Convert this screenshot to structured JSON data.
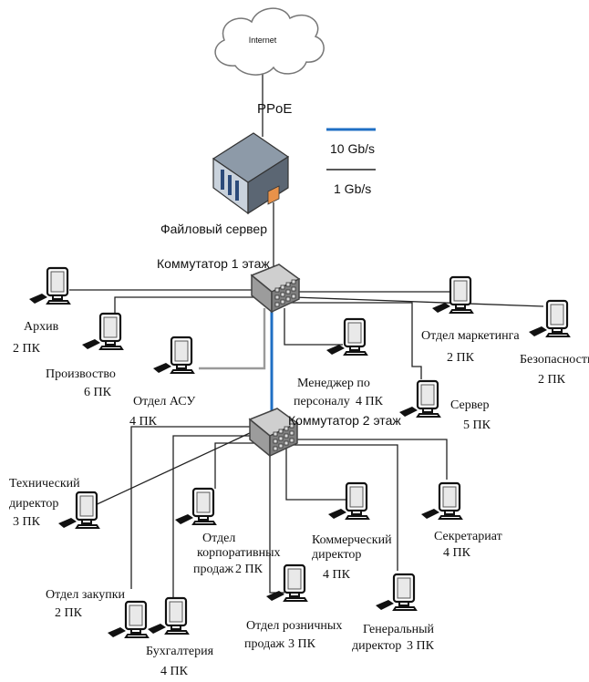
{
  "internet": {
    "label": "Internet"
  },
  "uplink": {
    "label": "PPoE"
  },
  "legend": {
    "fast": "10 Gb/s",
    "slow": "1 Gb/s",
    "fast_color": "#1f6fc4",
    "slow_color": "#222222"
  },
  "server": {
    "label": "Файловый сервер"
  },
  "switch1": {
    "label": "Коммутатор 1 этаж"
  },
  "switch2": {
    "label": "Коммутатор 2 этаж"
  },
  "depts": {
    "arkhiv": {
      "name": "Архив",
      "count": "2 ПК"
    },
    "proizv": {
      "name": "Произвоство",
      "count": "6 ПК"
    },
    "asu": {
      "name": "Отдел АСУ",
      "count": "4 ПК"
    },
    "menedzher": {
      "name1": "Менеджер по",
      "name2": "персоналу",
      "count": "4 ПК"
    },
    "marketing": {
      "name": "Отдел маркетинга",
      "count": "2 ПК"
    },
    "bezopasnost": {
      "name": "Безопасность",
      "count": "2 ПК"
    },
    "server_pc": {
      "name": "Сервер",
      "count": "5 ПК"
    },
    "tekh": {
      "name1": "Технический",
      "name2": "директор",
      "count": "3 ПК"
    },
    "korp": {
      "name1": "Отдел",
      "name2": "корпоративных",
      "name3": "продаж",
      "count": "2 ПК"
    },
    "kommerch": {
      "name1": "Коммерческий",
      "name2": "директор",
      "count": "4 ПК"
    },
    "sekretariat": {
      "name": "Секретариат",
      "count": "4 ПК"
    },
    "zakupki": {
      "name": "Отдел закупки",
      "count": "2 ПК"
    },
    "buh": {
      "name": "Бухгалтерия",
      "count": "4 ПК"
    },
    "roznich": {
      "name1": "Отдел розничных",
      "name2": "продаж",
      "count": "3 ПК"
    },
    "gendir": {
      "name1": "Генеральный",
      "name2": "директор",
      "count": "3 ПК"
    }
  }
}
